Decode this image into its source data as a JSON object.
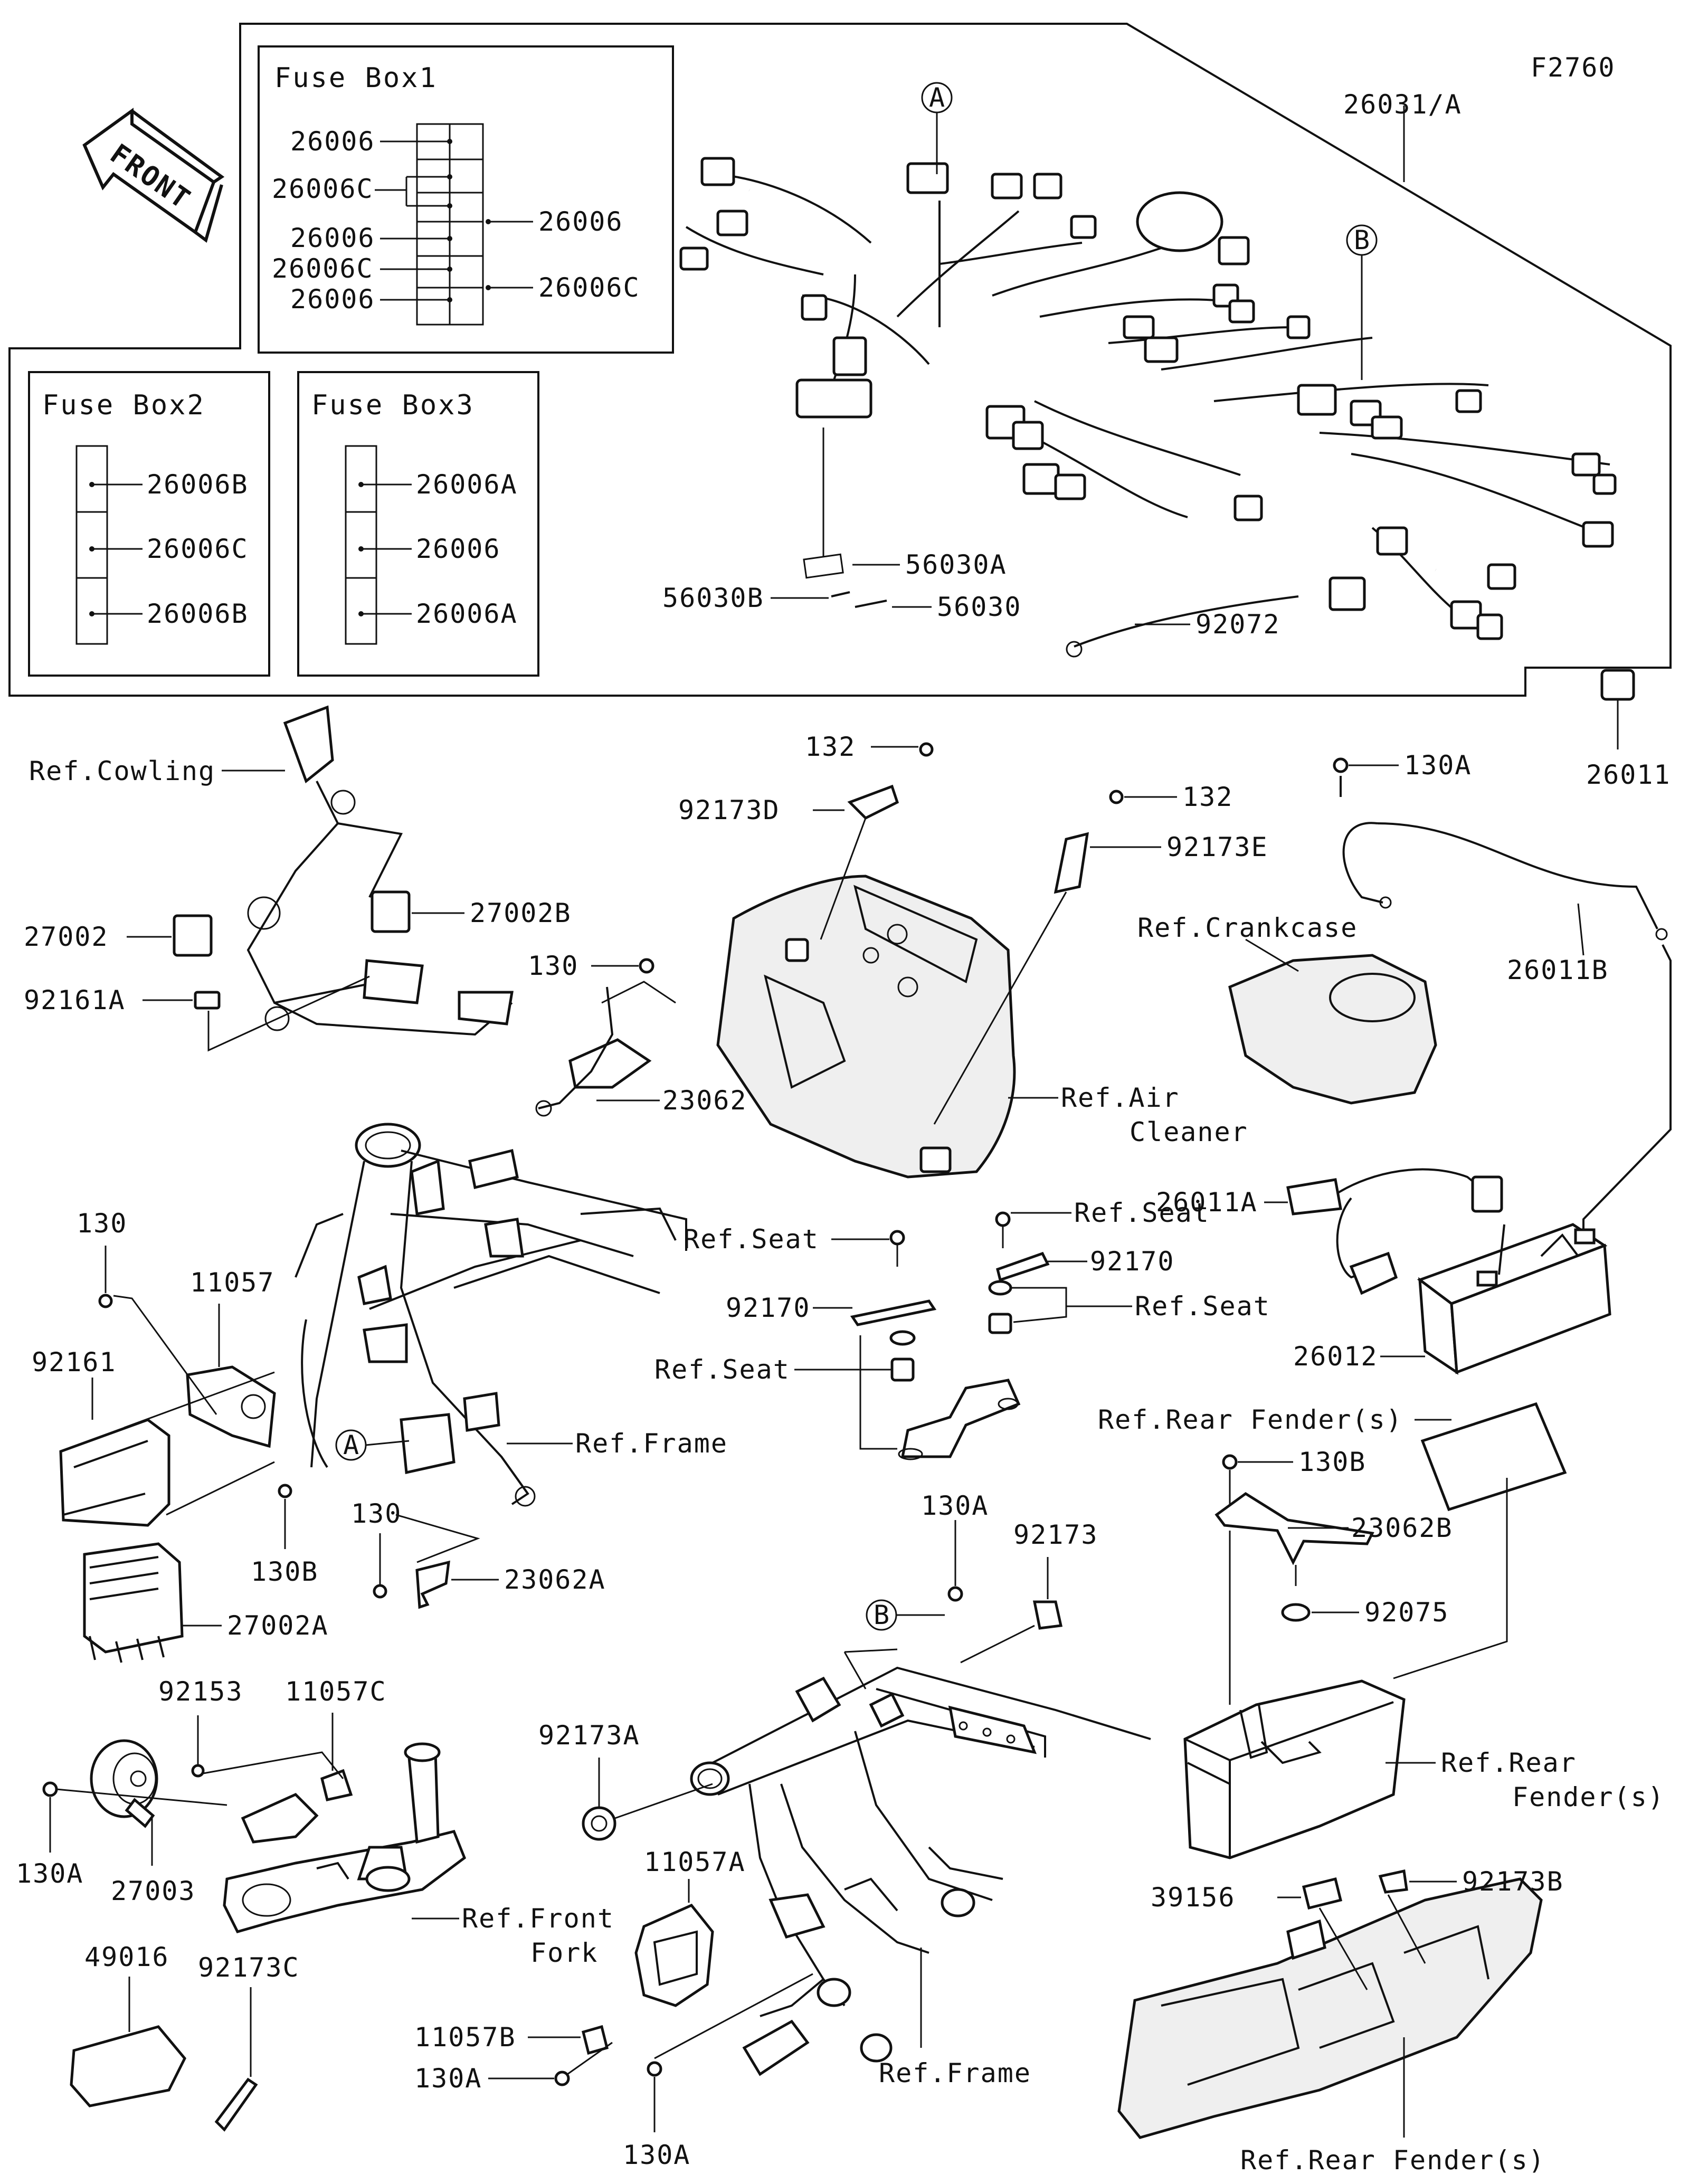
{
  "diagram_code": "F2760",
  "front_arrow_text": "FRONT",
  "markers": {
    "a": "A",
    "b": "B"
  },
  "fuse_box1": {
    "title": "Fuse Box1",
    "left_labels": [
      "26006",
      "26006C",
      "26006",
      "26006C",
      "26006"
    ],
    "right_labels": [
      "26006",
      "26006C"
    ]
  },
  "fuse_box2": {
    "title": "Fuse Box2",
    "labels": [
      "26006B",
      "26006C",
      "26006B"
    ]
  },
  "fuse_box3": {
    "title": "Fuse Box3",
    "labels": [
      "26006A",
      "26006",
      "26006A"
    ]
  },
  "harness": {
    "main": "26031/A",
    "p56030A": "56030A",
    "p56030B": "56030B",
    "p56030": "56030",
    "p92072": "92072",
    "p26011": "26011"
  },
  "labels": {
    "ref_cowling": "Ref.Cowling",
    "p27002": "27002",
    "p27002B": "27002B",
    "p92161A": "92161A",
    "p130_a": "130",
    "p23062": "23062",
    "p132_a": "132",
    "p92173D": "92173D",
    "p132_b": "132",
    "p92173E": "92173E",
    "ref_air_1": "Ref.Air",
    "ref_air_2": "Cleaner",
    "p130A_a": "130A",
    "ref_crankcase": "Ref.Crankcase",
    "p26011B": "26011B",
    "p26011A": "26011A",
    "p130_b": "130",
    "p11057": "11057",
    "p92161": "92161",
    "ref_frame_a": "Ref.Frame",
    "p130B_a": "130B",
    "p130_c": "130",
    "p23062A": "23062A",
    "p27002A": "27002A",
    "ref_seat_a": "Ref.Seat",
    "ref_seat_b": "Ref.Seat",
    "p92170_a": "92170",
    "p92170_b": "92170",
    "ref_seat_c": "Ref.Seat",
    "ref_seat_d": "Ref.Seat",
    "p26012": "26012",
    "ref_rear_fender_a": "Ref.Rear Fender(s)",
    "p130B_b": "130B",
    "p23062B": "23062B",
    "p92075": "92075",
    "p130A_b": "130A",
    "p92173": "92173",
    "p92153": "92153",
    "p11057C": "11057C",
    "p92173A": "92173A",
    "ref_rear_fender_b1": "Ref.Rear",
    "ref_rear_fender_b2": "Fender(s)",
    "p130A_c": "130A",
    "p27003": "27003",
    "ref_front_fork_1": "Ref.Front",
    "ref_front_fork_2": "Fork",
    "p11057A": "11057A",
    "p39156": "39156",
    "p92173B": "92173B",
    "p49016": "49016",
    "p92173C": "92173C",
    "p11057B": "11057B",
    "p130A_d": "130A",
    "ref_frame_b": "Ref.Frame",
    "p130A_e": "130A",
    "ref_rear_fender_c": "Ref.Rear Fender(s)"
  }
}
